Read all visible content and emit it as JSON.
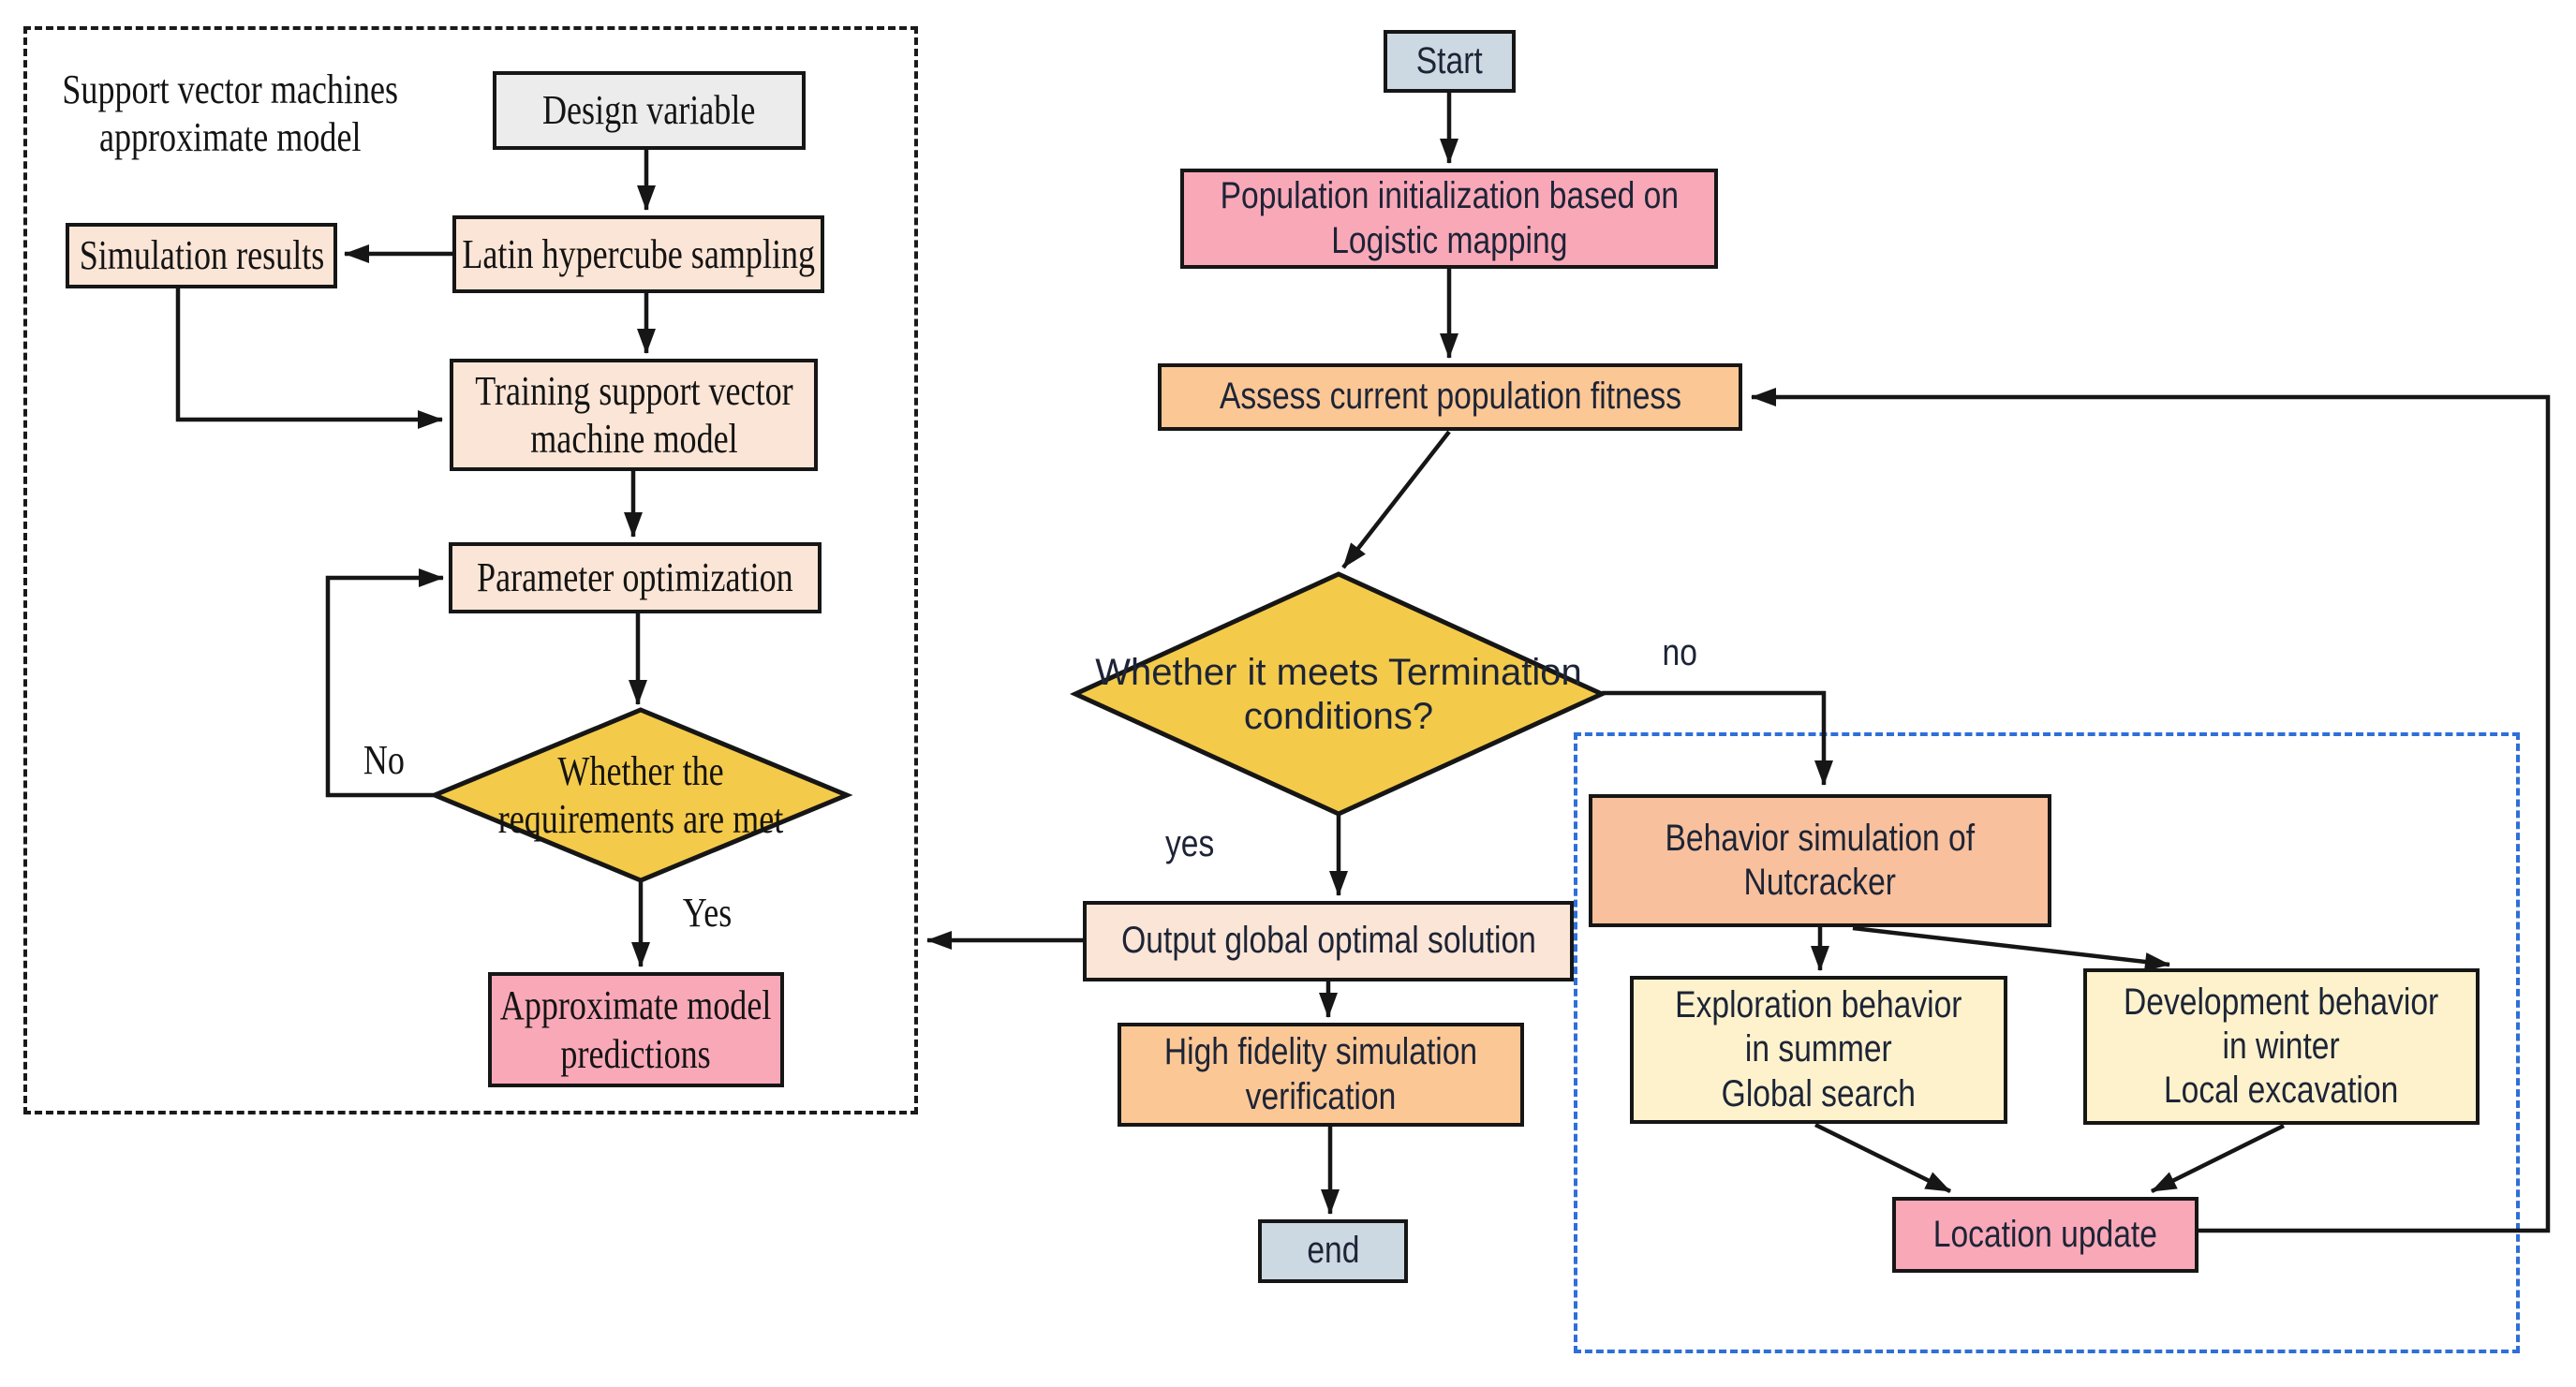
{
  "diagram": {
    "groups": {
      "svm_approximate_model": {
        "label": [
          "Support vector machines",
          "approximate model"
        ]
      },
      "nutcracker_behavior": {}
    },
    "nodes": {
      "design_variable": {
        "label": "Design variable"
      },
      "simulation_results": {
        "label": "Simulation results"
      },
      "latin_hypercube": {
        "label": "Latin hypercube sampling"
      },
      "training_svm": {
        "label": [
          "Training support vector",
          "machine model"
        ]
      },
      "parameter_optimization": {
        "label": "Parameter optimization"
      },
      "requirements_check": {
        "label": [
          "Whether the",
          "requirements are met"
        ]
      },
      "approximate_predictions": {
        "label": [
          "Approximate model",
          "predictions"
        ]
      },
      "start": {
        "label": "Start"
      },
      "population_init": {
        "label": [
          "Population initialization based on",
          "Logistic mapping"
        ]
      },
      "assess_fitness": {
        "label": "Assess current population fitness"
      },
      "termination_check": {
        "label": [
          "Whether it meets",
          "Termination",
          "conditions?"
        ]
      },
      "output_solution": {
        "label": "Output global optimal solution"
      },
      "high_fidelity": {
        "label": [
          "High fidelity simulation",
          "verification"
        ]
      },
      "end": {
        "label": "end"
      },
      "behavior_simulation": {
        "label": [
          "Behavior simulation of",
          "Nutcracker"
        ]
      },
      "exploration": {
        "label": [
          "Exploration behavior",
          "in summer",
          "Global search"
        ]
      },
      "development": {
        "label": [
          "Development behavior",
          "in winter",
          "Local excavation"
        ]
      },
      "location_update": {
        "label": "Location update"
      }
    },
    "edge_labels": {
      "no_left": "No",
      "yes_left": "Yes",
      "no_right": "no",
      "yes_right": "yes"
    },
    "colors": {
      "box_gray": "#ececec",
      "box_peach": "#fbe5d6",
      "box_pink": "#f9a8b8",
      "box_orange": "#fbc795",
      "box_salmon": "#f8c09c",
      "box_cream": "#fdf2cc",
      "box_bluegray": "#ccd8e2",
      "diamond_yellow": "#f4ca4a",
      "dashed_black": "#1a1a1a",
      "dashed_blue": "#2e6fd8",
      "line": "#161616"
    }
  }
}
